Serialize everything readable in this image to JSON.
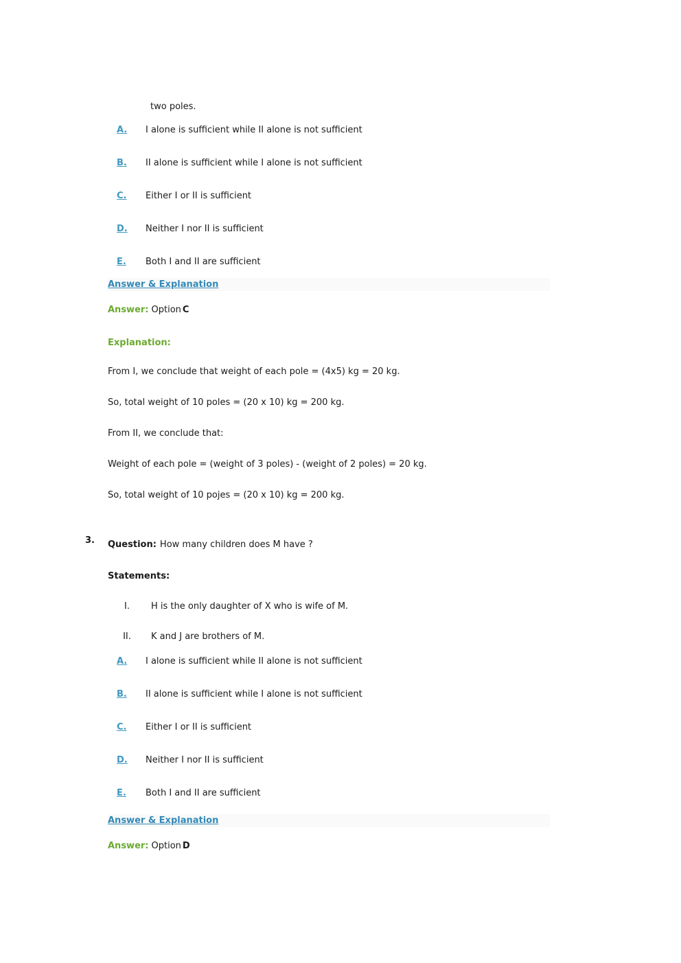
{
  "labels": {
    "answer_explanation": "Answer & Explanation",
    "answer": "Answer:",
    "option_word": "Option",
    "explanation": "Explanation:",
    "question": "Question:",
    "statements": "Statements:"
  },
  "options": [
    {
      "letter": "A.",
      "text": "I alone is sufficient while II alone is not sufficient"
    },
    {
      "letter": "B.",
      "text": "II alone is sufficient while I alone is not sufficient"
    },
    {
      "letter": "C.",
      "text": "Either I or II is sufficient"
    },
    {
      "letter": "D.",
      "text": "Neither I nor II is sufficient"
    },
    {
      "letter": "E.",
      "text": "Both I and II are sufficient"
    }
  ],
  "question2": {
    "continuation": "two poles.",
    "answer_option": "C",
    "explanation_lines": [
      "From I, we conclude that weight of each pole = (4x5) kg = 20 kg.",
      "So, total weight of 10 poles = (20 x 10) kg = 200 kg.",
      "From II, we conclude that:",
      "Weight of each pole = (weight of 3 poles) - (weight of 2 poles) = 20 kg.",
      "So, total weight of 10 pojes = (20 x 10) kg = 200 kg."
    ]
  },
  "question3": {
    "number": "3.",
    "question_text": "How many children does M have ?",
    "statements": [
      {
        "numeral": "I.",
        "text": "H is the only daughter of X who is wife of M."
      },
      {
        "numeral": "II.",
        "text": "K and J are brothers of M."
      }
    ],
    "answer_option": "D"
  },
  "colors": {
    "option_letter_blue": "#3f98c1",
    "link_blue": "#3389b7",
    "answer_green": "#6caa32",
    "body_text": "#1a1a1a",
    "answer_bar_background": "#fafafa"
  }
}
